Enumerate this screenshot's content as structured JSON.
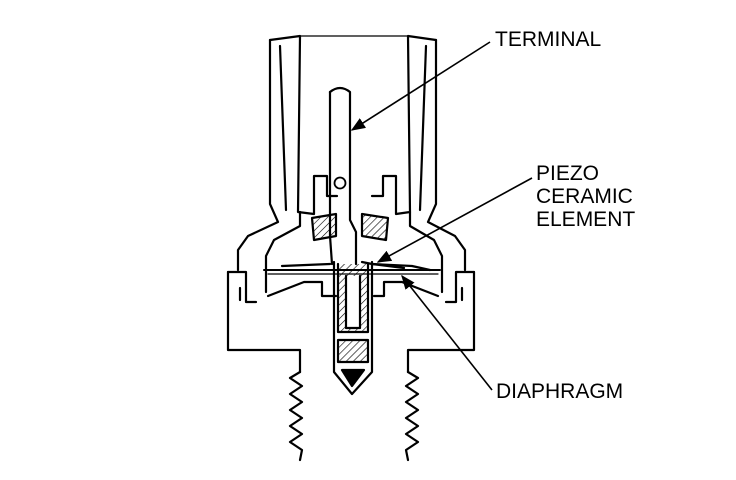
{
  "labels": {
    "terminal": "TERMINAL",
    "piezo": [
      "PIEZO",
      "CERAMIC",
      "ELEMENT"
    ],
    "diaphragm": "DIAPHRAGM"
  },
  "colors": {
    "stroke": "#000000",
    "background": "#ffffff",
    "hatch": "#000000"
  }
}
